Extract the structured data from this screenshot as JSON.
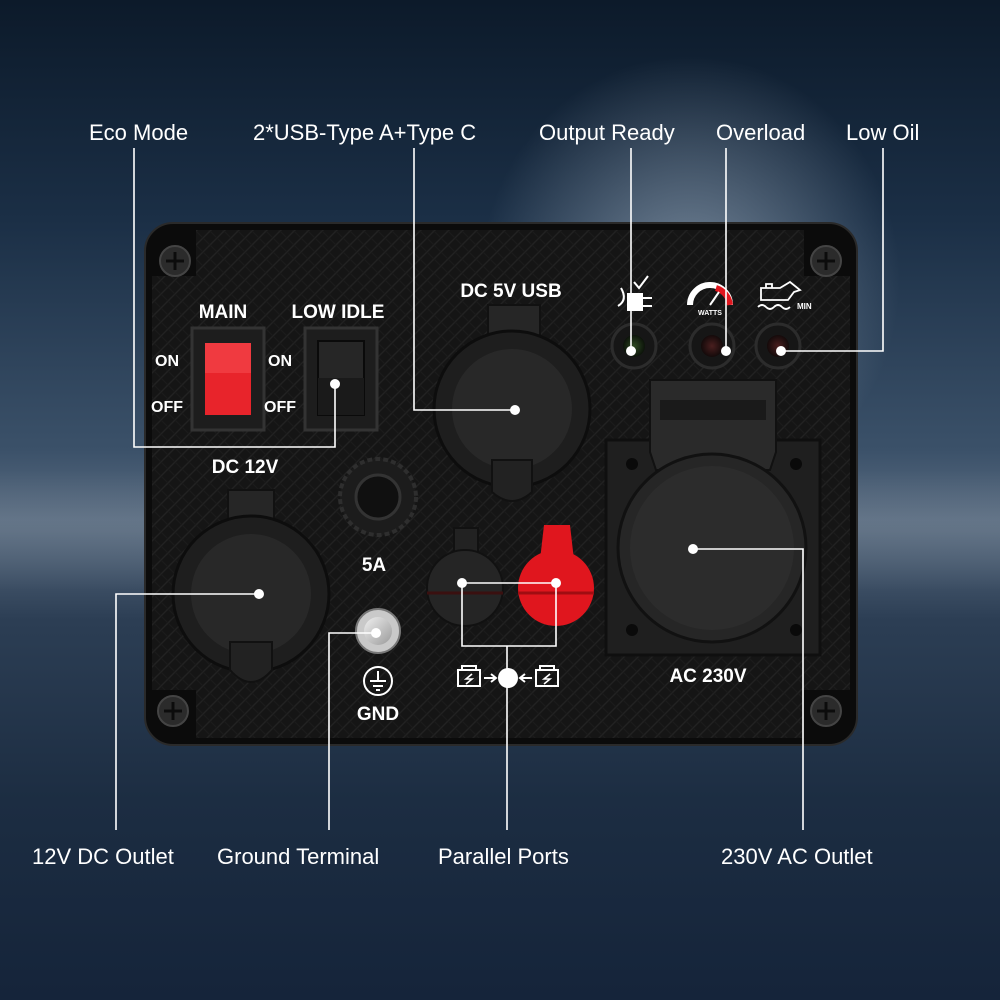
{
  "callouts": {
    "top": {
      "eco_mode": "Eco Mode",
      "usb": "2*USB-Type A+Type C",
      "output_ready": "Output Ready",
      "overload": "Overload",
      "low_oil": "Low Oil"
    },
    "bottom": {
      "dc_outlet": "12V DC Outlet",
      "ground_terminal": "Ground Terminal",
      "parallel_ports": "Parallel Ports",
      "ac_outlet": "230V AC Outlet"
    }
  },
  "panel": {
    "main_label": "MAIN",
    "low_idle_label": "LOW IDLE",
    "on_label": "ON",
    "off_label": "OFF",
    "dc_usb_label": "DC 5V USB",
    "dc12_label": "DC 12V",
    "fuse_label": "5A",
    "gnd_label": "GND",
    "ac_label": "AC 230V",
    "watts_label": "WATTS",
    "min_label": "MIN"
  },
  "colors": {
    "panel": "#141414",
    "switch_red": "#e8242b",
    "parallel_red": "#e0161e",
    "callout_line": "#ffffff"
  }
}
